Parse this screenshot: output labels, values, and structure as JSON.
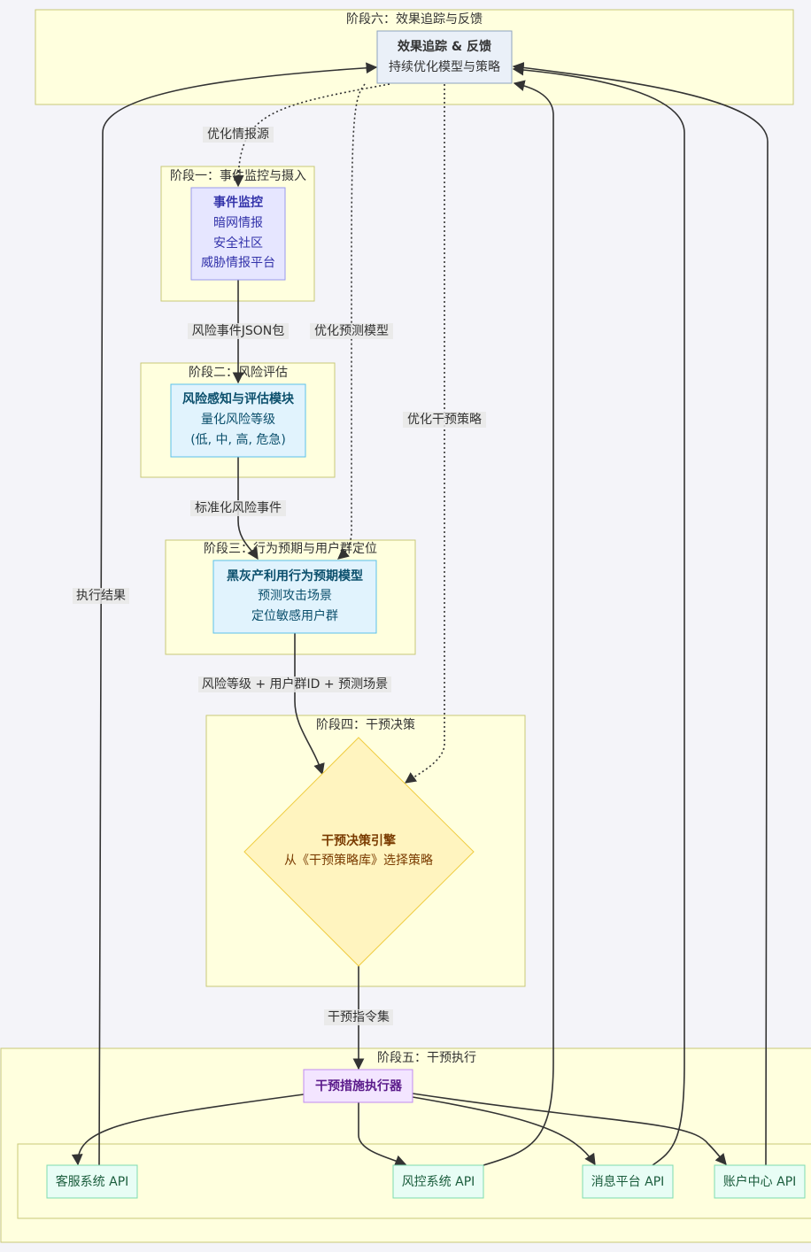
{
  "clusters": {
    "six": "阶段六：效果追踪与反馈",
    "one": "阶段一：事件监控与摄入",
    "two": "阶段二：风险评估",
    "three": "阶段三：行为预期与用户群定位",
    "four": "阶段四：干预决策",
    "five": "阶段五：干预执行"
  },
  "nodes": {
    "feedback": {
      "title": "效果追踪 & 反馈",
      "lines": [
        "持续优化模型与策略"
      ]
    },
    "monitor": {
      "title": "事件监控",
      "lines": [
        "暗网情报",
        "安全社区",
        "威胁情报平台"
      ]
    },
    "risk": {
      "title": "风险感知与评估模块",
      "lines": [
        "量化风险等级",
        "(低, 中, 高, 危急)"
      ]
    },
    "predict": {
      "title": "黑灰产利用行为预期模型",
      "lines": [
        "预测攻击场景",
        "定位敏感用户群"
      ]
    },
    "decision": {
      "title": "干预决策引擎",
      "lines": [
        "从《干预策略库》选择策略"
      ]
    },
    "executor": {
      "title": "干预措施执行器"
    },
    "apis": [
      "客服系统 API",
      "风控系统 API",
      "消息平台 API",
      "账户中心 API"
    ]
  },
  "edge_labels": {
    "intel": "优化情报源",
    "json": "风险事件JSON包",
    "model": "优化预测模型",
    "strategy": "优化干预策略",
    "standard": "标准化风险事件",
    "combo": "风险等级 + 用户群ID + 预测场景",
    "commands": "干预指令集",
    "result": "执行结果"
  }
}
